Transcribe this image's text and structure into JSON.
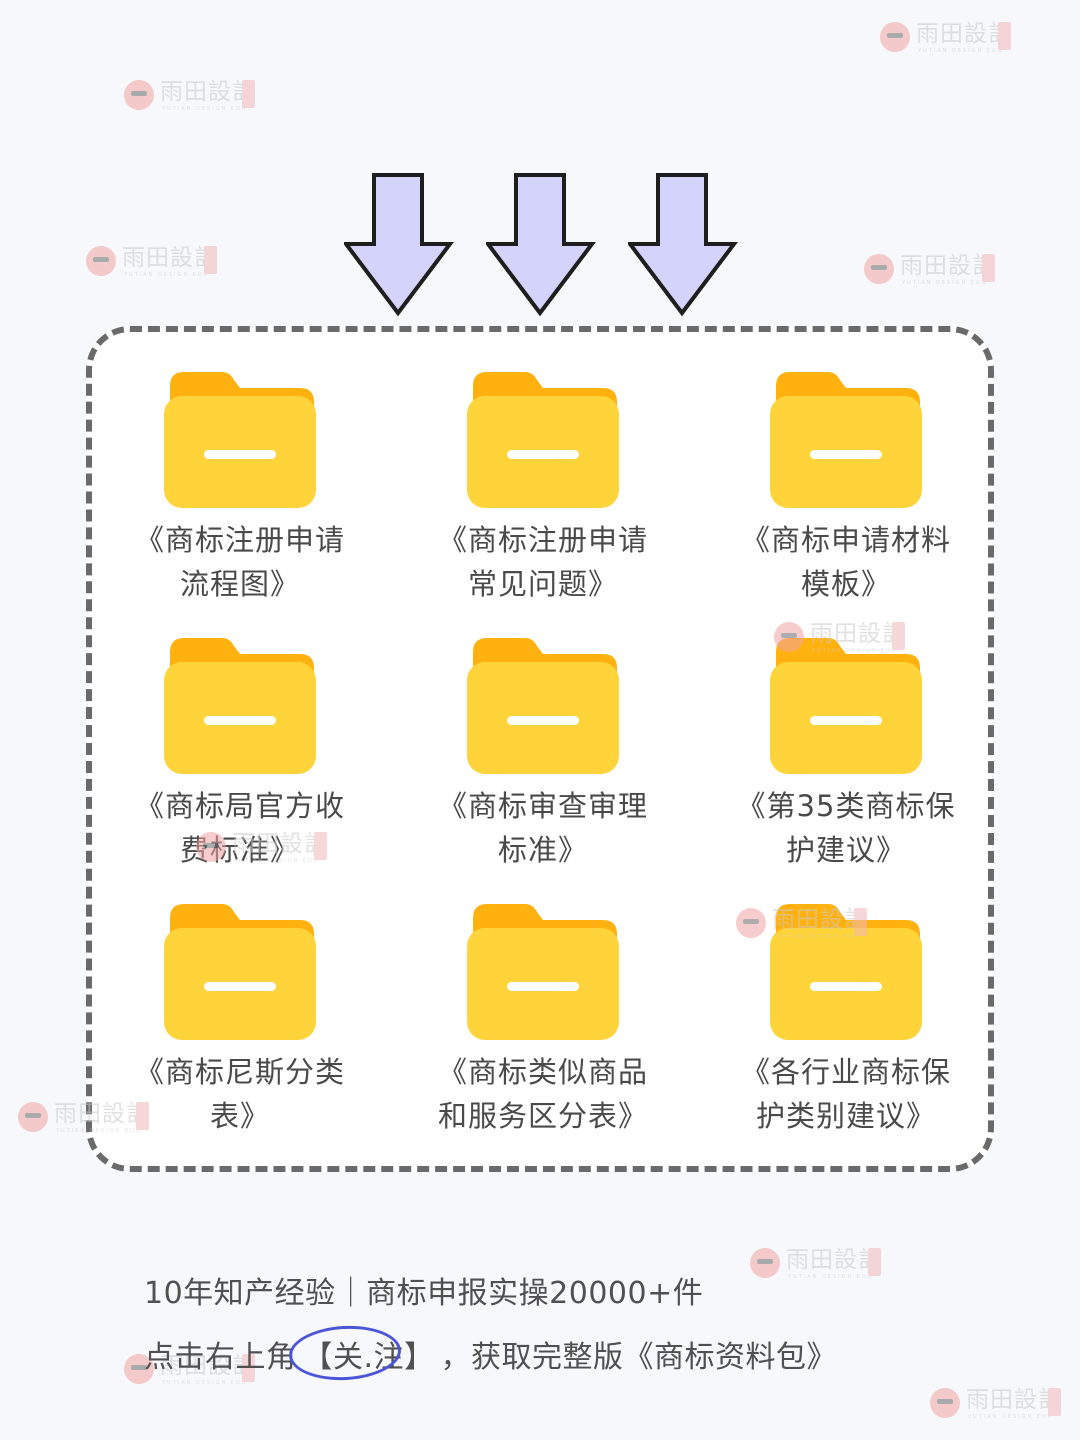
{
  "files": [
    {
      "label": "《商标注册申请\n流程图》"
    },
    {
      "label": "《商标注册申请\n常见问题》"
    },
    {
      "label": "《商标申请材料\n模板》"
    },
    {
      "label": "《商标局官方收\n费标准》"
    },
    {
      "label": "《商标审查审理\n标准》"
    },
    {
      "label": "《第35类商标保\n护建议》"
    },
    {
      "label": "《商标尼斯分类\n表》"
    },
    {
      "label": "《商标类似商品\n和服务区分表》"
    },
    {
      "label": "《各行业商标保\n护类别建议》"
    }
  ],
  "footer": {
    "line1": "10年知产经验｜商标申报实操20000+件",
    "line2_prefix": "点击右上角",
    "follow_label": "【关.注】",
    "line2_suffix": "，获取完整版《商标资料包》"
  },
  "watermark": {
    "text": "雨田設計",
    "sub": "YUTIAN DESIGN EDU"
  },
  "colors": {
    "arrow_fill": "#d3d3fb",
    "arrow_stroke": "#1e1e1e",
    "folder_front": "#ffd43b",
    "folder_back": "#ffb20f",
    "frame_border": "#6a6a6a",
    "follow_circle": "#4b55d8"
  }
}
